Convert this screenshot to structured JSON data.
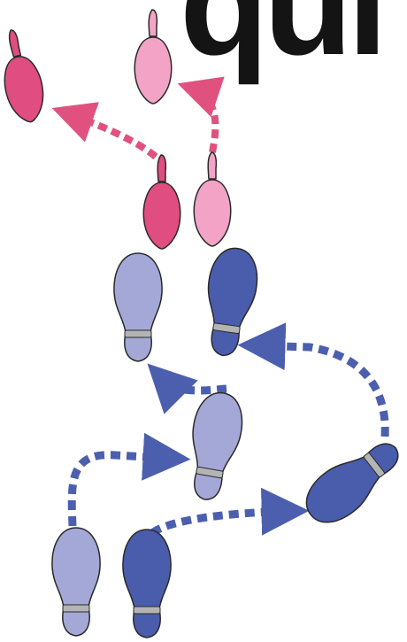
{
  "heading": {
    "text": "qui"
  },
  "colors": {
    "leader_left_foot": "#e04d80",
    "leader_right_foot": "#f2a3c6",
    "follower_left_foot": "#a3a8d6",
    "follower_right_foot": "#4a5cac",
    "leader_arrow": "#e0517f",
    "follower_arrow": "#4c5fae",
    "outline": "#2a2a2a",
    "heel_band": "#b4b4b4"
  },
  "icons": {
    "leader_shoe": "high-heel-shoe-footprint",
    "follower_shoe": "shoe-sole-footprint",
    "arrow": "dotted-arrow"
  }
}
